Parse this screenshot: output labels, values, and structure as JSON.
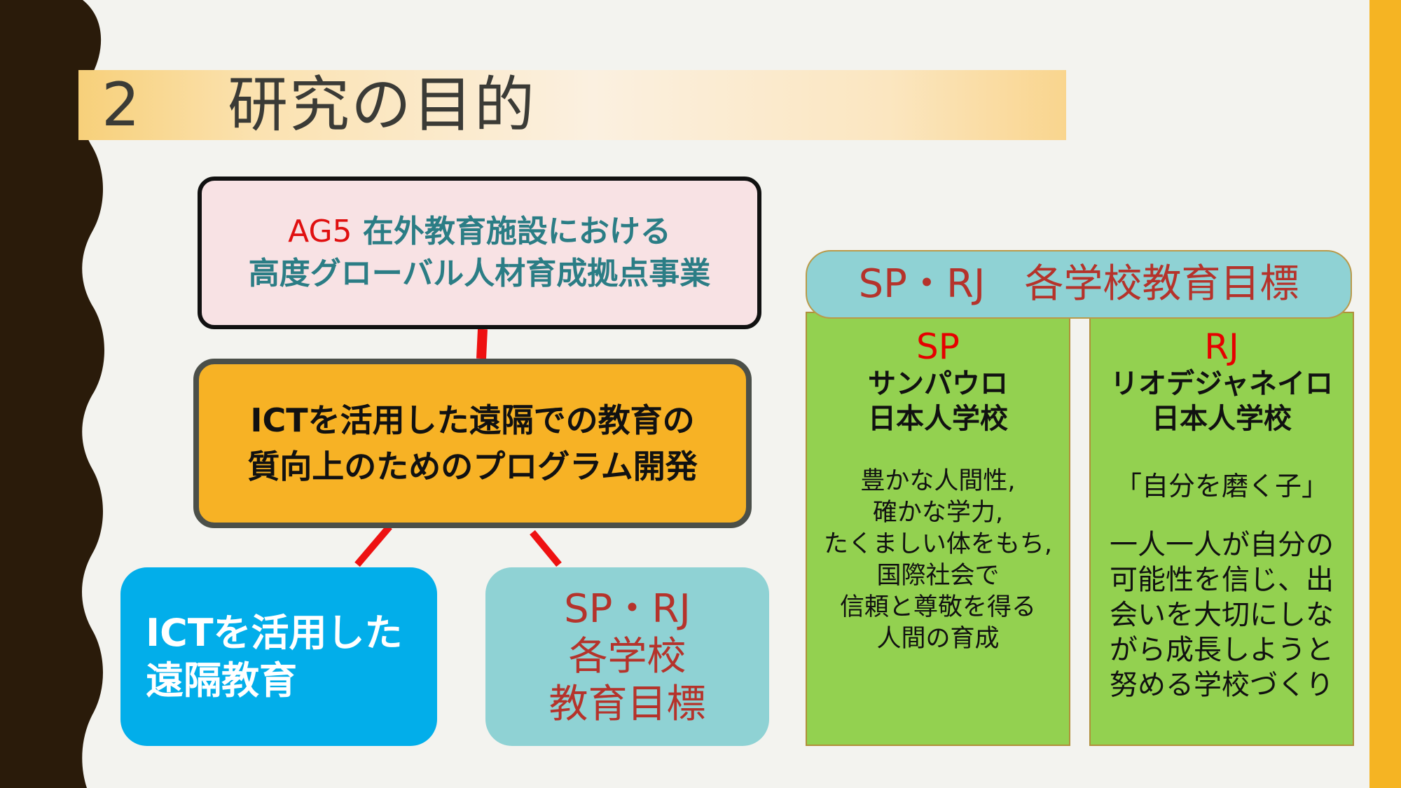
{
  "slide": {
    "number": "2",
    "title": "研究の目的"
  },
  "diagram": {
    "ag5_box": {
      "code": "AG5",
      "line1": "在外教育施設における",
      "line2": "高度グローバル人材育成拠点事業"
    },
    "center_box": {
      "line1": "ICTを活用した遠隔での教育の",
      "line2": "質向上のためのプログラム開発"
    },
    "ict_box": {
      "line1": "ICTを活用した",
      "line2": "遠隔教育"
    },
    "goals_box": {
      "line1": "SP・RJ",
      "line2": "各学校",
      "line3": "教育目標"
    }
  },
  "school_goals": {
    "header": "SP・RJ　各学校教育目標",
    "sp": {
      "abbr": "SP",
      "name_line1": "サンパウロ",
      "name_line2": "日本人学校",
      "motto": [
        "豊かな人間性,",
        "確かな学力,",
        "たくましい体をもち,",
        "国際社会で",
        "信頼と尊敬を得る",
        "人間の育成"
      ]
    },
    "rj": {
      "abbr": "RJ",
      "name_line1": "リオデジャネイロ",
      "name_line2": "日本人学校",
      "quote": "「自分を磨く子」",
      "motto": [
        "一人一人が自分の",
        "可能性を信じ、出",
        "会いを大切にしな",
        "がら成長しようと",
        "努める学校づくり"
      ]
    }
  },
  "colors": {
    "accent_red": "#e60000",
    "connector_red": "#ee1111",
    "orange": "#f7b225",
    "cyan": "#02aeea",
    "teal": "#8fd2d4",
    "green": "#93d150",
    "dark_brown": "#2a1b0a"
  }
}
